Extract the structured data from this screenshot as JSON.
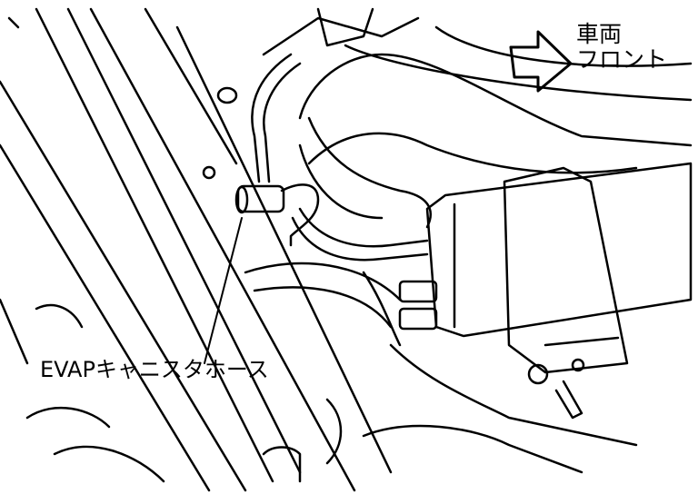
{
  "labels": {
    "vehicle_front_line1": "車両",
    "vehicle_front_line2": "フロント",
    "evap_hose": "EVAPキャニスタホース"
  },
  "icons": {
    "direction": "arrow-right-icon"
  },
  "colors": {
    "line": "#000000",
    "background": "#ffffff"
  }
}
